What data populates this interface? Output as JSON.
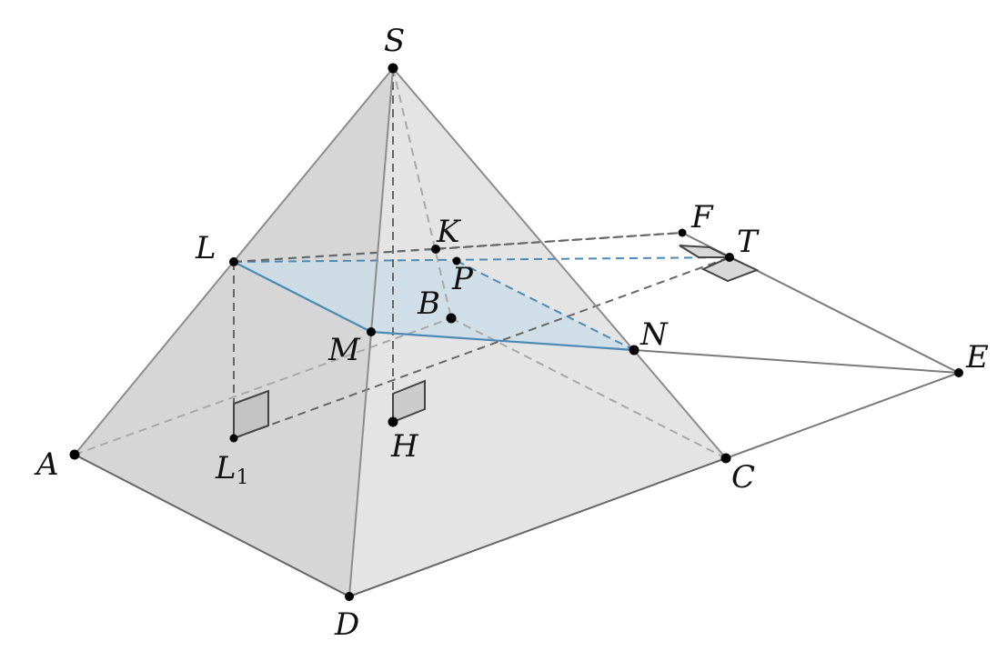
{
  "points": {
    "S": "S",
    "L": "L",
    "K": "K",
    "F": "F",
    "T": "T",
    "P": "P",
    "B": "B",
    "N": "N",
    "M": "M",
    "E": "E",
    "A": "A",
    "L1": "L",
    "L1_sub": "1",
    "H": "H",
    "C": "C",
    "D": "D"
  },
  "colors": {
    "section_blue": "#4a8ab5",
    "section_fill": "#cfe0ea",
    "edge_gray": "#8c8c8c",
    "dash_gray": "#707070",
    "face_left": "#d8d8d8",
    "face_right": "#e8e8e8",
    "face_back": "#efefef"
  }
}
